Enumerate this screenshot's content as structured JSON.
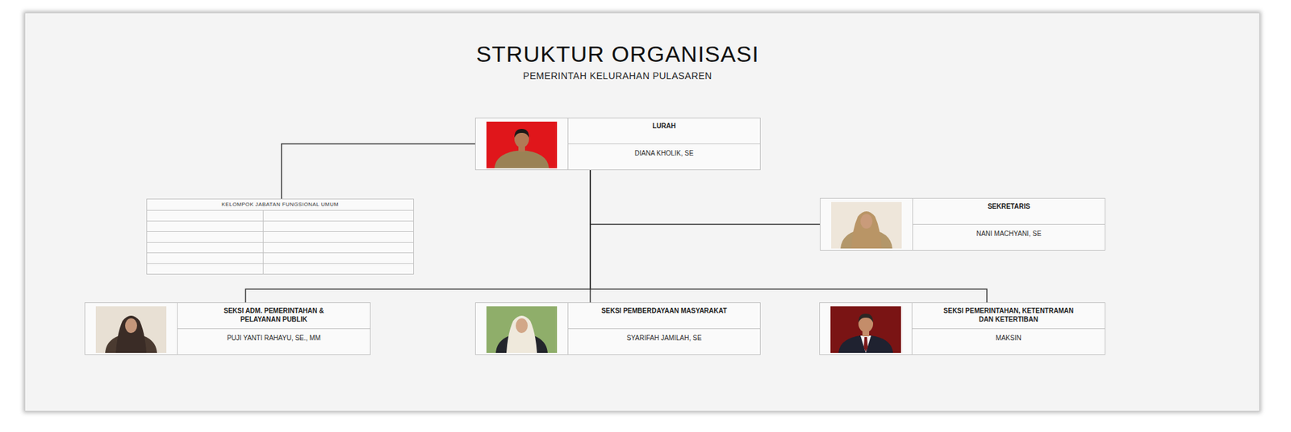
{
  "diagram": {
    "title": "STRUKTUR ORGANISASI",
    "nodes": [
      {
        "text": [
          "LURAH",
          "DIANA KHOLIK, SE"
        ]
      },
      {
        "text": [
          "KELOMPOK JABATAN FUNGSIONAL UMUM"
        ]
      },
      {
        "text": [
          "SEKRETARIS",
          "NANI MACHYANI, SE"
        ]
      },
      {
        "text": [
          "SEKSI ADM. PEMERINTAHAN & PELAYANAN PUBLIK",
          "PUJI YANTI RAHAYU, SE., MM"
        ]
      },
      {
        "text": [
          "SEKSI PEMBERDAYAAN MASYARAKAT",
          "SYARIFAH JAMILAH, SE"
        ]
      },
      {
        "text": [
          "SEKSI PEMERINTAHAN, KETENTRAMAN DAN KETERTIBAN",
          "MAKSIN"
        ]
      }
    ],
    "edges": [
      {
        "from": 0,
        "to": 1,
        "arrow": "none"
      },
      {
        "from": 0,
        "to": 2,
        "arrow": "none"
      },
      {
        "from": 0,
        "to": 3,
        "arrow": "none"
      },
      {
        "from": 0,
        "to": 4,
        "arrow": "none"
      },
      {
        "from": 0,
        "to": 5,
        "arrow": "none"
      }
    ],
    "labels": [
      "PEMERINTAH KELURAHAN PULASAREN"
    ]
  }
}
